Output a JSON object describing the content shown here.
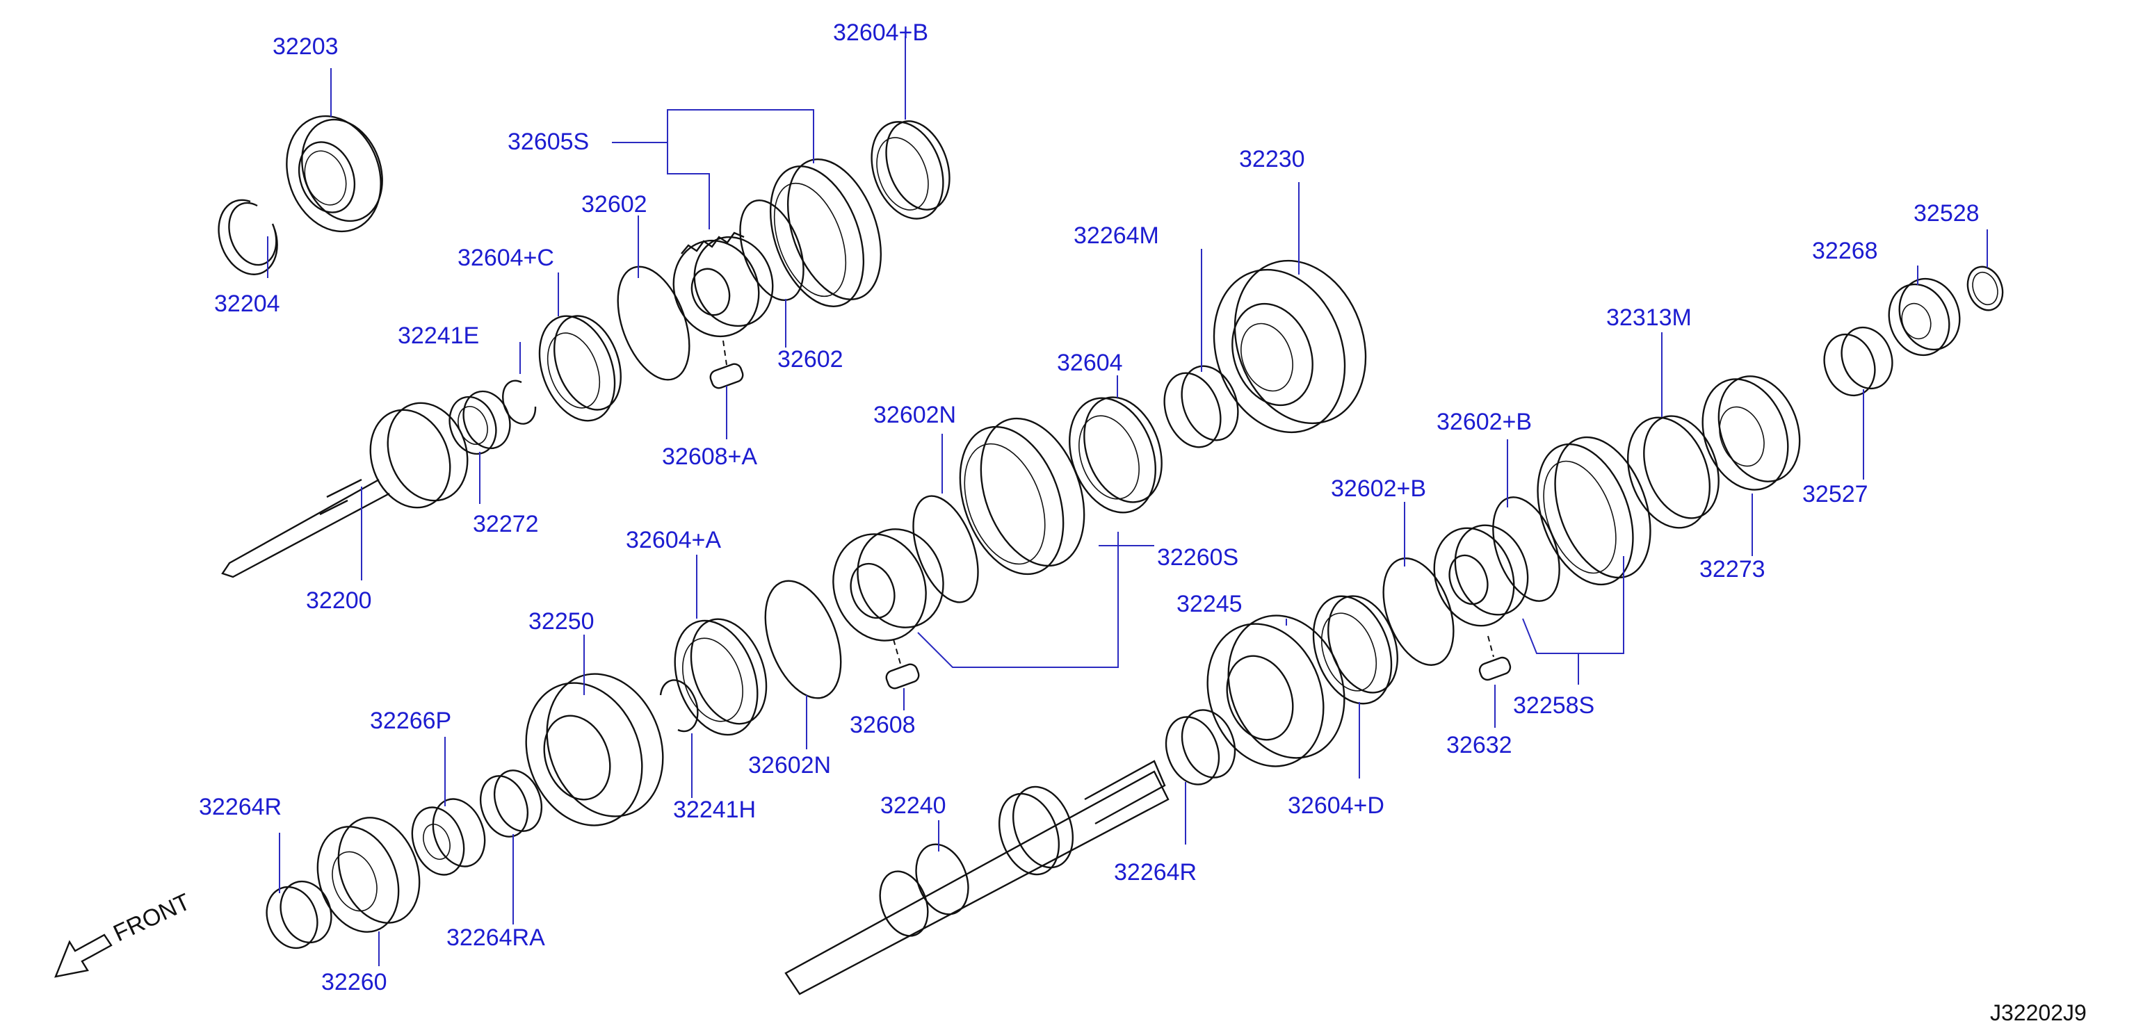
{
  "diagram": {
    "drawing_code": "J32202J9",
    "direction_label": "FRONT",
    "part_labels": [
      "32203",
      "32604+B",
      "32605S",
      "32602",
      "32604+C",
      "32204",
      "32241E",
      "32602",
      "32608+A",
      "32272",
      "32200",
      "32230",
      "32264M",
      "32604",
      "32602N",
      "32528",
      "32268",
      "32313M",
      "32602+B",
      "32602+B",
      "32527",
      "32604+A",
      "32250",
      "32266P",
      "32264R",
      "32260",
      "32264RA",
      "32241H",
      "32602N",
      "32608",
      "32260S",
      "32245",
      "32273",
      "32258S",
      "32632",
      "32604+D",
      "32240",
      "32264R"
    ]
  },
  "colors": {
    "label": "#1c1cd0",
    "line_art": "#111111",
    "background": "#ffffff"
  }
}
